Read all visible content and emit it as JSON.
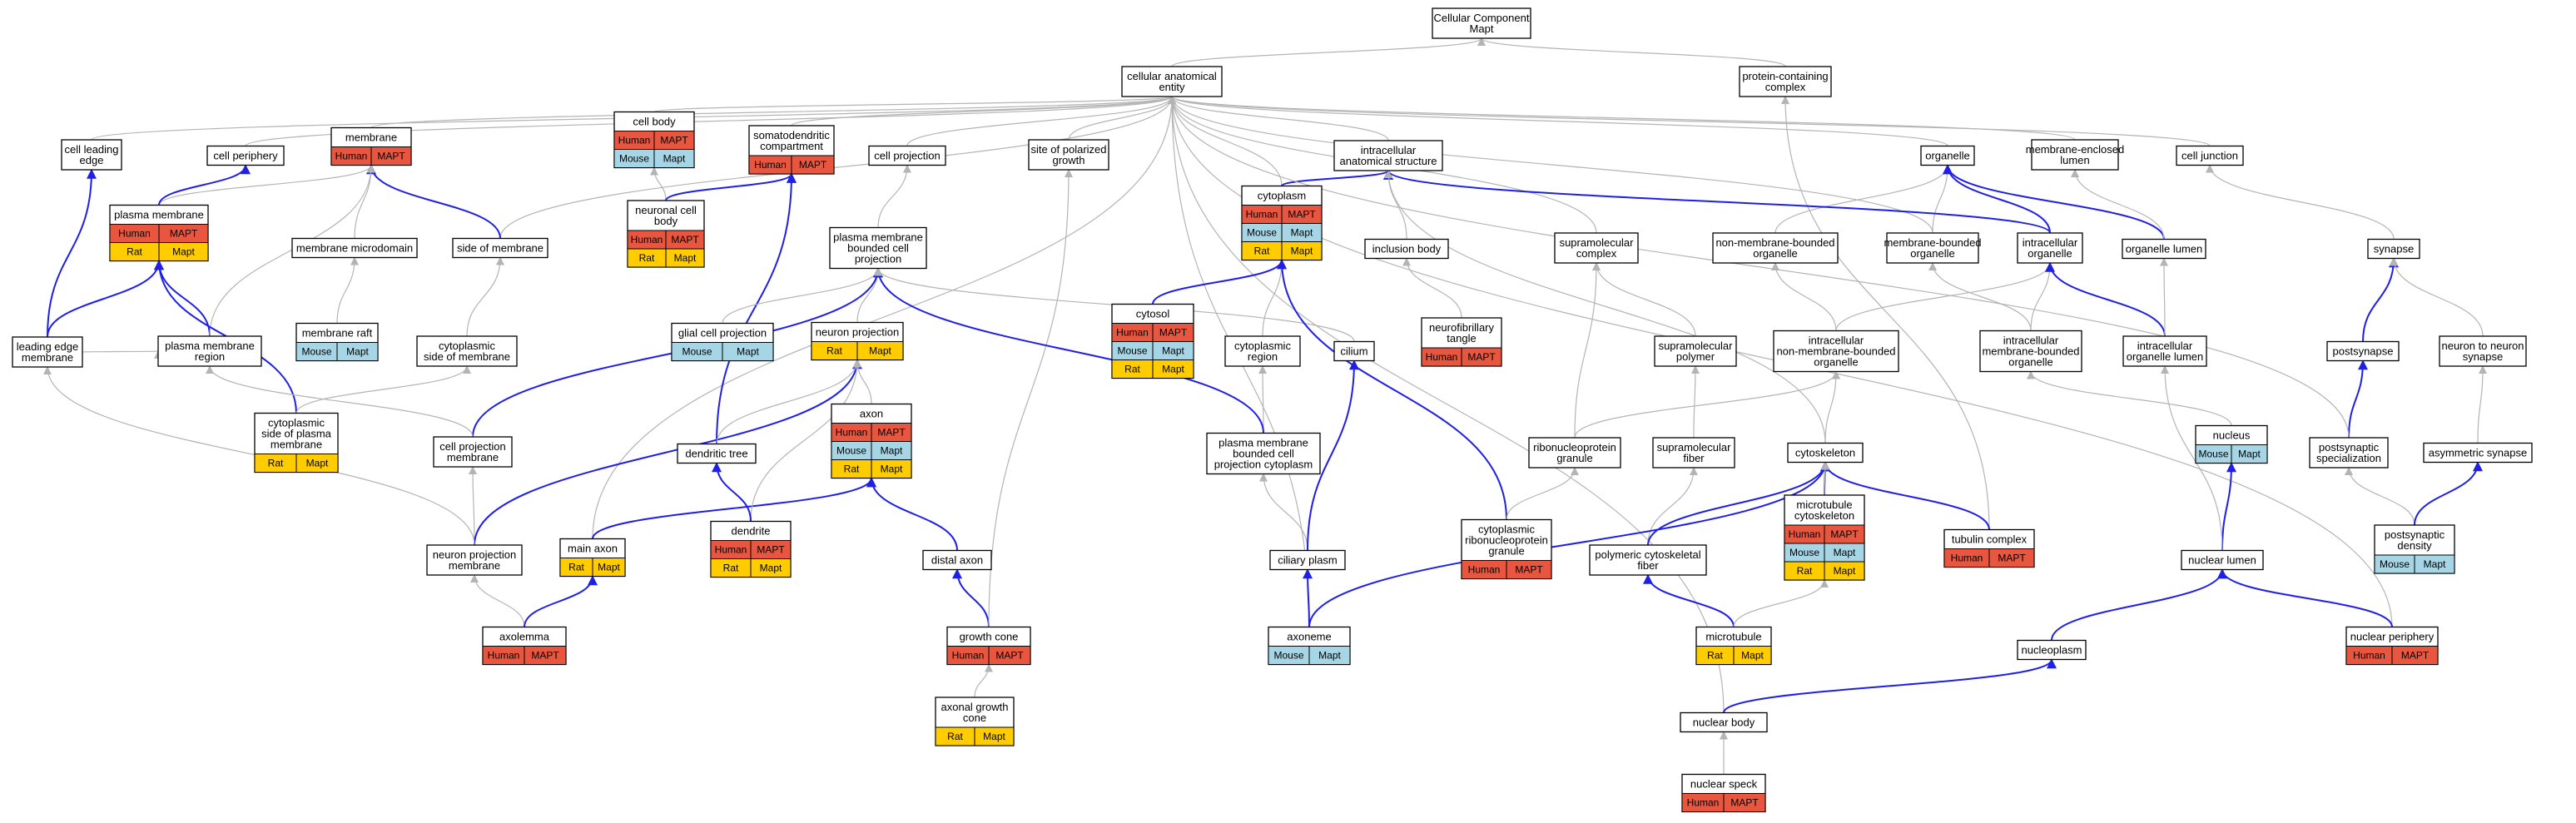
{
  "graph": {
    "nodes": [
      {
        "id": "cc",
        "lines": [
          "Cellular Component",
          "Mapt"
        ],
        "tags": []
      },
      {
        "id": "cae",
        "lines": [
          "cellular anatomical",
          "entity"
        ],
        "tags": []
      },
      {
        "id": "pcc",
        "lines": [
          "protein-containing",
          "complex"
        ],
        "tags": []
      },
      {
        "id": "cle",
        "lines": [
          "cell leading",
          "edge"
        ],
        "tags": []
      },
      {
        "id": "cper",
        "lines": [
          "cell periphery"
        ],
        "tags": []
      },
      {
        "id": "memb",
        "lines": [
          "membrane"
        ],
        "tags": [
          [
            "Human",
            "MAPT"
          ]
        ]
      },
      {
        "id": "cbody",
        "lines": [
          "cell body"
        ],
        "tags": [
          [
            "Human",
            "MAPT"
          ],
          [
            "Mouse",
            "Mapt"
          ]
        ]
      },
      {
        "id": "somato",
        "lines": [
          "somatodendritic",
          "compartment"
        ],
        "tags": [
          [
            "Human",
            "MAPT"
          ]
        ]
      },
      {
        "id": "cproj",
        "lines": [
          "cell projection"
        ],
        "tags": []
      },
      {
        "id": "spg",
        "lines": [
          "site of polarized",
          "growth"
        ],
        "tags": []
      },
      {
        "id": "ias",
        "lines": [
          "intracellular",
          "anatomical structure"
        ],
        "tags": []
      },
      {
        "id": "org",
        "lines": [
          "organelle"
        ],
        "tags": []
      },
      {
        "id": "mel",
        "lines": [
          "membrane-enclosed",
          "lumen"
        ],
        "tags": []
      },
      {
        "id": "cj",
        "lines": [
          "cell junction"
        ],
        "tags": []
      },
      {
        "id": "pm",
        "lines": [
          "plasma membrane"
        ],
        "tags": [
          [
            "Human",
            "MAPT"
          ],
          [
            "Rat",
            "Mapt"
          ]
        ]
      },
      {
        "id": "mmd",
        "lines": [
          "membrane microdomain"
        ],
        "tags": []
      },
      {
        "id": "som",
        "lines": [
          "side of membrane"
        ],
        "tags": []
      },
      {
        "id": "ncb",
        "lines": [
          "neuronal cell",
          "body"
        ],
        "tags": [
          [
            "Human",
            "MAPT"
          ],
          [
            "Rat",
            "Mapt"
          ]
        ]
      },
      {
        "id": "pmbcp",
        "lines": [
          "plasma membrane",
          "bounded cell",
          "projection"
        ],
        "tags": []
      },
      {
        "id": "cyto",
        "lines": [
          "cytoplasm"
        ],
        "tags": [
          [
            "Human",
            "MAPT"
          ],
          [
            "Mouse",
            "Mapt"
          ],
          [
            "Rat",
            "Mapt"
          ]
        ]
      },
      {
        "id": "ib",
        "lines": [
          "inclusion body"
        ],
        "tags": []
      },
      {
        "id": "smc",
        "lines": [
          "supramolecular",
          "complex"
        ],
        "tags": []
      },
      {
        "id": "nmbo",
        "lines": [
          "non-membrane-bounded",
          "organelle"
        ],
        "tags": []
      },
      {
        "id": "mbo",
        "lines": [
          "membrane-bounded",
          "organelle"
        ],
        "tags": []
      },
      {
        "id": "io",
        "lines": [
          "intracellular",
          "organelle"
        ],
        "tags": []
      },
      {
        "id": "ol",
        "lines": [
          "organelle lumen"
        ],
        "tags": []
      },
      {
        "id": "syn",
        "lines": [
          "synapse"
        ],
        "tags": []
      },
      {
        "id": "lem",
        "lines": [
          "leading edge",
          "membrane"
        ],
        "tags": []
      },
      {
        "id": "pmr",
        "lines": [
          "plasma membrane",
          "region"
        ],
        "tags": []
      },
      {
        "id": "mraft",
        "lines": [
          "membrane raft"
        ],
        "tags": [
          [
            "Mouse",
            "Mapt"
          ]
        ]
      },
      {
        "id": "csom",
        "lines": [
          "cytoplasmic",
          "side of membrane"
        ],
        "tags": []
      },
      {
        "id": "gcp",
        "lines": [
          "glial cell projection"
        ],
        "tags": [
          [
            "Mouse",
            "Mapt"
          ]
        ]
      },
      {
        "id": "np",
        "lines": [
          "neuron projection"
        ],
        "tags": [
          [
            "Rat",
            "Mapt"
          ]
        ]
      },
      {
        "id": "cytosol",
        "lines": [
          "cytosol"
        ],
        "tags": [
          [
            "Human",
            "MAPT"
          ],
          [
            "Mouse",
            "Mapt"
          ],
          [
            "Rat",
            "Mapt"
          ]
        ]
      },
      {
        "id": "cr",
        "lines": [
          "cytoplasmic",
          "region"
        ],
        "tags": []
      },
      {
        "id": "cilium",
        "lines": [
          "cilium"
        ],
        "tags": []
      },
      {
        "id": "nft",
        "lines": [
          "neurofibrillary",
          "tangle"
        ],
        "tags": [
          [
            "Human",
            "MAPT"
          ]
        ]
      },
      {
        "id": "smp",
        "lines": [
          "supramolecular",
          "polymer"
        ],
        "tags": []
      },
      {
        "id": "inmbo",
        "lines": [
          "intracellular",
          "non-membrane-bounded",
          "organelle"
        ],
        "tags": []
      },
      {
        "id": "imbo",
        "lines": [
          "intracellular",
          "membrane-bounded",
          "organelle"
        ],
        "tags": []
      },
      {
        "id": "iol",
        "lines": [
          "intracellular",
          "organelle lumen"
        ],
        "tags": []
      },
      {
        "id": "postsyn",
        "lines": [
          "postsynapse"
        ],
        "tags": []
      },
      {
        "id": "nts",
        "lines": [
          "neuron to neuron",
          "synapse"
        ],
        "tags": []
      },
      {
        "id": "cspm",
        "lines": [
          "cytoplasmic",
          "side of plasma",
          "membrane"
        ],
        "tags": [
          [
            "Rat",
            "Mapt"
          ]
        ]
      },
      {
        "id": "cpm",
        "lines": [
          "cell projection",
          "membrane"
        ],
        "tags": []
      },
      {
        "id": "dt",
        "lines": [
          "dendritic tree"
        ],
        "tags": []
      },
      {
        "id": "axon",
        "lines": [
          "axon"
        ],
        "tags": [
          [
            "Human",
            "MAPT"
          ],
          [
            "Mouse",
            "Mapt"
          ],
          [
            "Rat",
            "Mapt"
          ]
        ]
      },
      {
        "id": "pmbcpc",
        "lines": [
          "plasma membrane",
          "bounded cell",
          "projection cytoplasm"
        ],
        "tags": []
      },
      {
        "id": "rnpg",
        "lines": [
          "ribonucleoprotein",
          "granule"
        ],
        "tags": []
      },
      {
        "id": "smf",
        "lines": [
          "supramolecular",
          "fiber"
        ],
        "tags": []
      },
      {
        "id": "cysk",
        "lines": [
          "cytoskeleton"
        ],
        "tags": []
      },
      {
        "id": "nucleus",
        "lines": [
          "nucleus"
        ],
        "tags": [
          [
            "Mouse",
            "Mapt"
          ]
        ]
      },
      {
        "id": "ps",
        "lines": [
          "postsynaptic",
          "specialization"
        ],
        "tags": []
      },
      {
        "id": "as",
        "lines": [
          "asymmetric synapse"
        ],
        "tags": []
      },
      {
        "id": "npm",
        "lines": [
          "neuron projection",
          "membrane"
        ],
        "tags": []
      },
      {
        "id": "ma",
        "lines": [
          "main axon"
        ],
        "tags": [
          [
            "Rat",
            "Mapt"
          ]
        ]
      },
      {
        "id": "dend",
        "lines": [
          "dendrite"
        ],
        "tags": [
          [
            "Human",
            "MAPT"
          ],
          [
            "Rat",
            "Mapt"
          ]
        ]
      },
      {
        "id": "da",
        "lines": [
          "distal axon"
        ],
        "tags": []
      },
      {
        "id": "cp",
        "lines": [
          "ciliary plasm"
        ],
        "tags": []
      },
      {
        "id": "crnpg",
        "lines": [
          "cytoplasmic",
          "ribonucleoprotein",
          "granule"
        ],
        "tags": [
          [
            "Human",
            "MAPT"
          ]
        ]
      },
      {
        "id": "pcf",
        "lines": [
          "polymeric cytoskeletal",
          "fiber"
        ],
        "tags": []
      },
      {
        "id": "mtc",
        "lines": [
          "microtubule",
          "cytoskeleton"
        ],
        "tags": [
          [
            "Human",
            "MAPT"
          ],
          [
            "Mouse",
            "Mapt"
          ],
          [
            "Rat",
            "Mapt"
          ]
        ]
      },
      {
        "id": "tc",
        "lines": [
          "tubulin complex"
        ],
        "tags": [
          [
            "Human",
            "MAPT"
          ]
        ]
      },
      {
        "id": "nl",
        "lines": [
          "nuclear lumen"
        ],
        "tags": []
      },
      {
        "id": "psd",
        "lines": [
          "postsynaptic",
          "density"
        ],
        "tags": [
          [
            "Mouse",
            "Mapt"
          ]
        ]
      },
      {
        "id": "axolemma",
        "lines": [
          "axolemma"
        ],
        "tags": [
          [
            "Human",
            "MAPT"
          ]
        ]
      },
      {
        "id": "gc",
        "lines": [
          "growth cone"
        ],
        "tags": [
          [
            "Human",
            "MAPT"
          ]
        ]
      },
      {
        "id": "axoneme",
        "lines": [
          "axoneme"
        ],
        "tags": [
          [
            "Mouse",
            "Mapt"
          ]
        ]
      },
      {
        "id": "mt",
        "lines": [
          "microtubule"
        ],
        "tags": [
          [
            "Rat",
            "Mapt"
          ]
        ]
      },
      {
        "id": "nperi",
        "lines": [
          "nuclear periphery"
        ],
        "tags": [
          [
            "Human",
            "MAPT"
          ]
        ]
      },
      {
        "id": "nplasm",
        "lines": [
          "nucleoplasm"
        ],
        "tags": []
      },
      {
        "id": "agc",
        "lines": [
          "axonal growth",
          "cone"
        ],
        "tags": [
          [
            "Rat",
            "Mapt"
          ]
        ]
      },
      {
        "id": "nbody",
        "lines": [
          "nuclear body"
        ],
        "tags": []
      },
      {
        "id": "nspeck",
        "lines": [
          "nuclear speck"
        ],
        "tags": [
          [
            "Human",
            "MAPT"
          ]
        ]
      }
    ],
    "edges": [
      [
        "cae",
        "cc",
        "g"
      ],
      [
        "pcc",
        "cc",
        "g"
      ],
      [
        "cle",
        "cae",
        "g"
      ],
      [
        "cper",
        "cae",
        "g"
      ],
      [
        "memb",
        "cae",
        "g"
      ],
      [
        "cbody",
        "cae",
        "g"
      ],
      [
        "somato",
        "cae",
        "g"
      ],
      [
        "cproj",
        "cae",
        "g"
      ],
      [
        "spg",
        "cae",
        "g"
      ],
      [
        "ias",
        "cae",
        "g"
      ],
      [
        "org",
        "cae",
        "g"
      ],
      [
        "mel",
        "cae",
        "g"
      ],
      [
        "cj",
        "cae",
        "g"
      ],
      [
        "smc",
        "cae",
        "g"
      ],
      [
        "som",
        "cae",
        "g"
      ],
      [
        "cyto",
        "cae",
        "g"
      ],
      [
        "axoneme",
        "cae",
        "g"
      ],
      [
        "ma",
        "cae",
        "g"
      ],
      [
        "tc",
        "pcc",
        "g"
      ],
      [
        "nbody",
        "cae",
        "g"
      ],
      [
        "nperi",
        "cae",
        "g"
      ],
      [
        "mbo",
        "cae",
        "g"
      ],
      [
        "ncb",
        "cbody",
        "g"
      ],
      [
        "pm",
        "memb",
        "g"
      ],
      [
        "pm",
        "cper",
        "b"
      ],
      [
        "mmd",
        "memb",
        "g"
      ],
      [
        "som",
        "memb",
        "b"
      ],
      [
        "lem",
        "cle",
        "b"
      ],
      [
        "lem",
        "pm",
        "b"
      ],
      [
        "pmr",
        "pm",
        "b"
      ],
      [
        "pmr",
        "memb",
        "g"
      ],
      [
        "mraft",
        "mmd",
        "g"
      ],
      [
        "csom",
        "som",
        "g"
      ],
      [
        "cspm",
        "pm",
        "b"
      ],
      [
        "cspm",
        "csom",
        "g"
      ],
      [
        "lem",
        "pmr",
        "g"
      ],
      [
        "ncb",
        "somato",
        "b"
      ],
      [
        "dt",
        "somato",
        "b"
      ],
      [
        "pmbcp",
        "cproj",
        "g"
      ],
      [
        "gcp",
        "pmbcp",
        "g"
      ],
      [
        "np",
        "pmbcp",
        "g"
      ],
      [
        "cpm",
        "pmbcp",
        "b"
      ],
      [
        "cpm",
        "pmr",
        "g"
      ],
      [
        "npm",
        "cpm",
        "g"
      ],
      [
        "npm",
        "np",
        "b"
      ],
      [
        "npm",
        "lem",
        "g"
      ],
      [
        "axolemma",
        "npm",
        "g"
      ],
      [
        "axolemma",
        "ma",
        "b"
      ],
      [
        "ma",
        "axon",
        "b"
      ],
      [
        "axon",
        "np",
        "g"
      ],
      [
        "dend",
        "np",
        "g"
      ],
      [
        "dend",
        "dt",
        "b"
      ],
      [
        "dt",
        "np",
        "g"
      ],
      [
        "da",
        "axon",
        "b"
      ],
      [
        "gc",
        "da",
        "b"
      ],
      [
        "gc",
        "spg",
        "g"
      ],
      [
        "agc",
        "gc",
        "g"
      ],
      [
        "cyto",
        "ias",
        "b"
      ],
      [
        "cytosol",
        "cyto",
        "b"
      ],
      [
        "cr",
        "cyto",
        "g"
      ],
      [
        "pmbcpc",
        "cr",
        "g"
      ],
      [
        "pmbcpc",
        "pmbcp",
        "b"
      ],
      [
        "cp",
        "pmbcpc",
        "g"
      ],
      [
        "axoneme",
        "cp",
        "b"
      ],
      [
        "cilium",
        "pmbcp",
        "g"
      ],
      [
        "cp",
        "cilium",
        "b"
      ],
      [
        "ib",
        "ias",
        "g"
      ],
      [
        "nft",
        "ib",
        "g"
      ],
      [
        "crnpg",
        "cyto",
        "b"
      ],
      [
        "crnpg",
        "rnpg",
        "g"
      ],
      [
        "rnpg",
        "smc",
        "g"
      ],
      [
        "rnpg",
        "inmbo",
        "g"
      ],
      [
        "smp",
        "smc",
        "g"
      ],
      [
        "smf",
        "smp",
        "g"
      ],
      [
        "pcf",
        "smf",
        "g"
      ],
      [
        "pcf",
        "cysk",
        "b"
      ],
      [
        "cysk",
        "inmbo",
        "g"
      ],
      [
        "mtc",
        "cysk",
        "b"
      ],
      [
        "mt",
        "pcf",
        "b"
      ],
      [
        "mt",
        "mtc",
        "g"
      ],
      [
        "tc",
        "cysk",
        "b"
      ],
      [
        "axoneme",
        "cysk",
        "b"
      ],
      [
        "inmbo",
        "nmbo",
        "g"
      ],
      [
        "inmbo",
        "io",
        "g"
      ],
      [
        "imbo",
        "mbo",
        "g"
      ],
      [
        "imbo",
        "io",
        "g"
      ],
      [
        "nmbo",
        "org",
        "g"
      ],
      [
        "mbo",
        "org",
        "g"
      ],
      [
        "io",
        "org",
        "b"
      ],
      [
        "io",
        "ias",
        "b"
      ],
      [
        "ol",
        "org",
        "b"
      ],
      [
        "ol",
        "mel",
        "g"
      ],
      [
        "iol",
        "io",
        "b"
      ],
      [
        "iol",
        "ol",
        "g"
      ],
      [
        "nucleus",
        "imbo",
        "g"
      ],
      [
        "nl",
        "nucleus",
        "b"
      ],
      [
        "nl",
        "iol",
        "g"
      ],
      [
        "nplasm",
        "nl",
        "b"
      ],
      [
        "nperi",
        "nl",
        "b"
      ],
      [
        "nbody",
        "nplasm",
        "b"
      ],
      [
        "nspeck",
        "nbody",
        "g"
      ],
      [
        "syn",
        "cj",
        "g"
      ],
      [
        "postsyn",
        "syn",
        "b"
      ],
      [
        "ps",
        "postsyn",
        "b"
      ],
      [
        "ps",
        "cae",
        "g"
      ],
      [
        "nts",
        "syn",
        "g"
      ],
      [
        "as",
        "nts",
        "g"
      ],
      [
        "psd",
        "ps",
        "g"
      ],
      [
        "psd",
        "as",
        "b"
      ],
      [
        "cysk",
        "ias",
        "g"
      ],
      [
        "mtc",
        "cysk",
        "g"
      ]
    ]
  },
  "colors": {
    "tag_bg": {
      "Human": "#e8563f",
      "Mouse": "#a6d5e6",
      "Rat": "#ffcc00"
    },
    "edge_gray": "#b4b4b4",
    "edge_blue": "#1f1fe6",
    "node_border": "#000000",
    "node_fill": "#ffffff"
  }
}
